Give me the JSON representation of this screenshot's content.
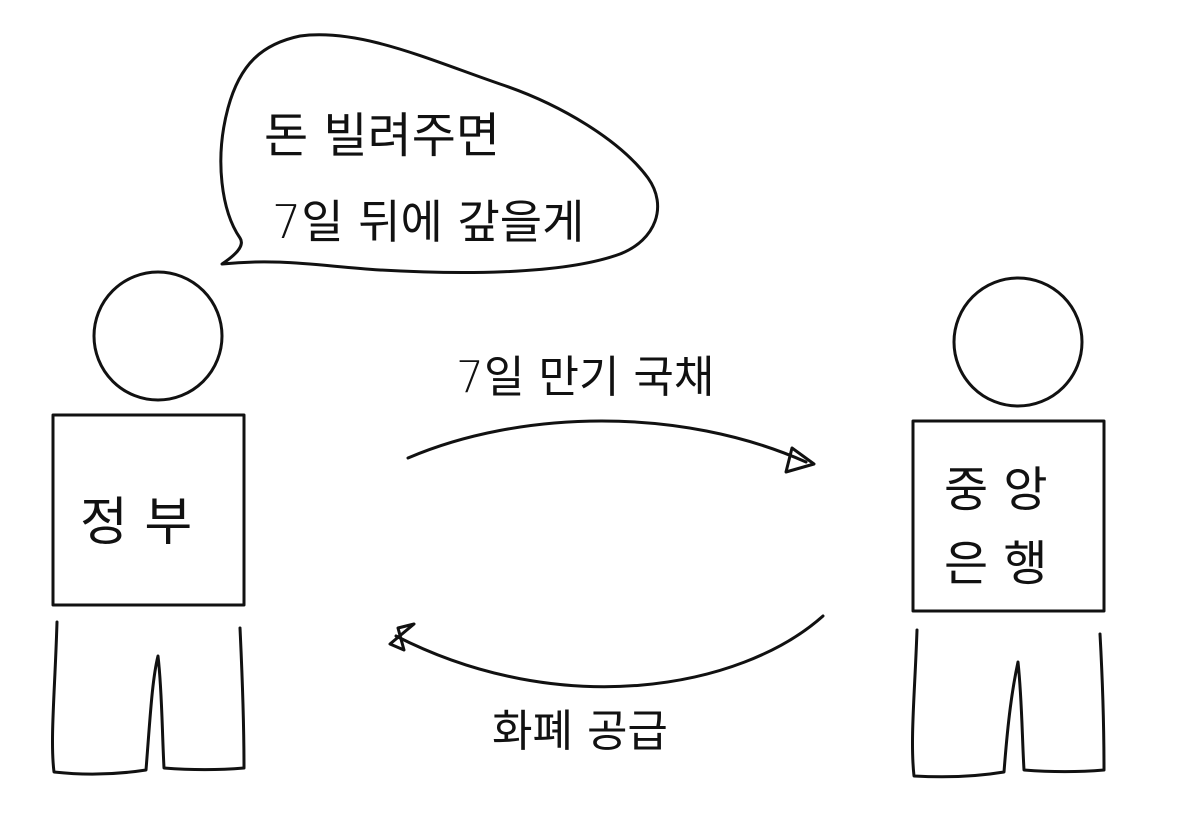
{
  "speech_bubble": {
    "line1": "돈 빌려주면",
    "line2": "7일 뒤에 갚을게"
  },
  "government": {
    "label": "정 부"
  },
  "central_bank": {
    "label_line1": "중 앙",
    "label_line2": "은 행"
  },
  "arrow_top": {
    "label": "7일 만기 국채"
  },
  "arrow_bottom": {
    "label": "화폐 공급"
  }
}
